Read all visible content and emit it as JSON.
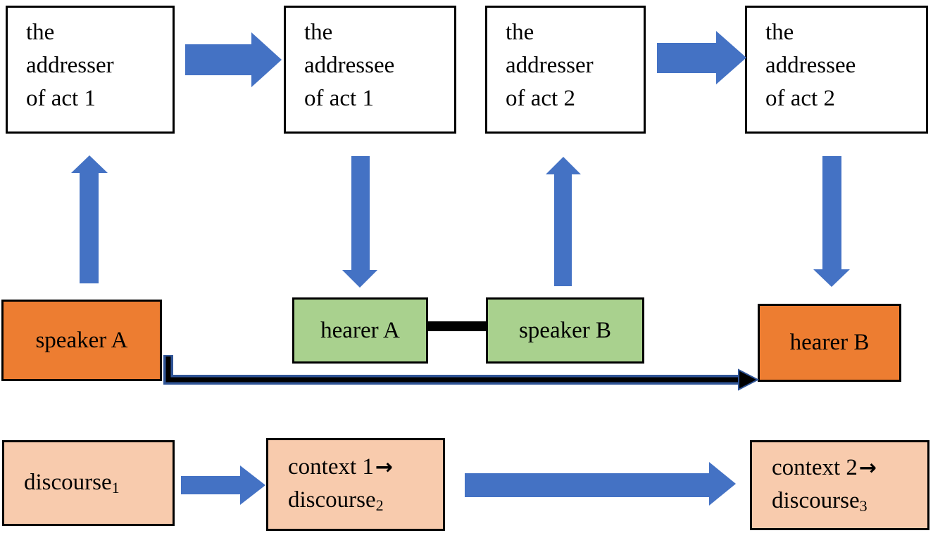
{
  "colors": {
    "blue": "#4472C4",
    "orange": "#ED7D31",
    "green": "#A9D18E",
    "peach": "#F8CBAD",
    "navy": "#2F5496",
    "black": "#000000"
  },
  "top_row": [
    {
      "lines": [
        "the",
        "addresser",
        "of act 1"
      ]
    },
    {
      "lines": [
        "the",
        "addressee",
        "of act 1"
      ]
    },
    {
      "lines": [
        "the",
        "addresser",
        "of act 2"
      ]
    },
    {
      "lines": [
        "the",
        "addressee",
        "of act 2"
      ]
    }
  ],
  "middle_row": [
    {
      "label": "speaker A"
    },
    {
      "label": "hearer A"
    },
    {
      "label": "speaker B"
    },
    {
      "label": "hearer B"
    }
  ],
  "bottom_row": [
    {
      "base": "discourse",
      "sub": "1"
    },
    {
      "line1_text": "context 1",
      "line1_arrow": "→",
      "line2_base": "discourse",
      "line2_sub": "2"
    },
    {
      "line1_text": "context 2",
      "line1_arrow": "→",
      "line2_base": "discourse",
      "line2_sub": "3"
    }
  ]
}
